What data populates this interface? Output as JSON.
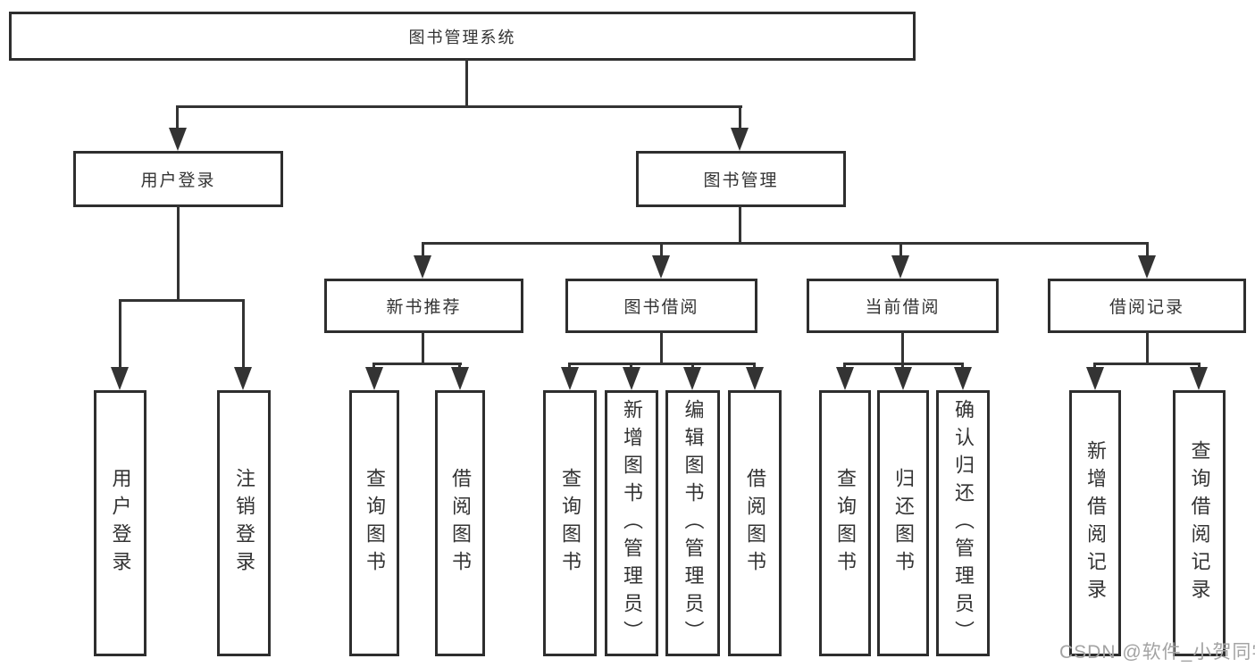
{
  "tree": {
    "root": {
      "label": "图书管理系统",
      "children": [
        {
          "label": "用户登录",
          "children": [
            {
              "label": "用户登录"
            },
            {
              "label": "注销登录"
            }
          ]
        },
        {
          "label": "图书管理",
          "children": [
            {
              "label": "新书推荐",
              "children": [
                {
                  "label": "查询图书"
                },
                {
                  "label": "借阅图书"
                }
              ]
            },
            {
              "label": "图书借阅",
              "children": [
                {
                  "label": "查询图书"
                },
                {
                  "label": "新增图书（管理员）"
                },
                {
                  "label": "编辑图书（管理员）"
                },
                {
                  "label": "借阅图书"
                }
              ]
            },
            {
              "label": "当前借阅",
              "children": [
                {
                  "label": "查询图书"
                },
                {
                  "label": "归还图书"
                },
                {
                  "label": "确认归还（管理员）"
                }
              ]
            },
            {
              "label": "借阅记录",
              "children": [
                {
                  "label": "新增借阅记录"
                },
                {
                  "label": "查询借阅记录"
                }
              ]
            }
          ]
        }
      ]
    }
  },
  "watermark": {
    "text": "CSDN @软件_小贺同学"
  },
  "colors": {
    "line": "#333333",
    "border": "#2e2e2e",
    "text": "#333333",
    "background": "#ffffff",
    "watermark": "#a3a3a3"
  }
}
